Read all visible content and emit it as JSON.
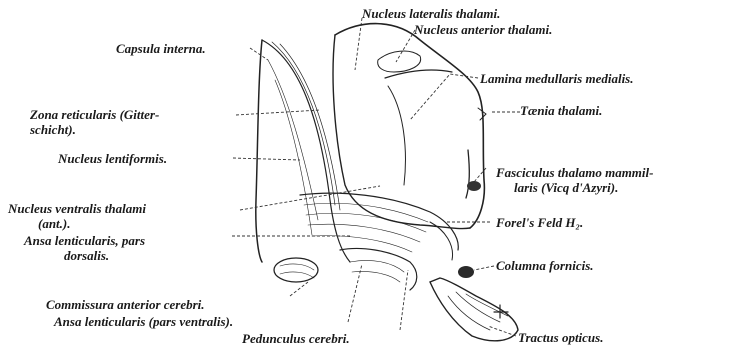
{
  "labels": {
    "nucleus_lateralis": "Nucleus lateralis thalami.",
    "nucleus_anterior": "Nucleus anterior thalami.",
    "capsula_interna": "Capsula interna.",
    "lamina_medullaris": "Lamina medullaris medialis.",
    "zona_reticularis_l1": "Zona reticularis (Gitter-",
    "zona_reticularis_l2": "schicht).",
    "taenia_thalami": "Tænia thalami.",
    "nucleus_lentiformis": "Nucleus lentiformis.",
    "fasciculus_l1": "Fasciculus thalamo mammil-",
    "fasciculus_l2": "laris (Vicq d'Azyri).",
    "nucleus_ventralis_l1": "Nucleus ventralis thalami",
    "nucleus_ventralis_l2": "(ant.).",
    "forels_feld": "Forel's Feld H₂.",
    "ansa_dorsalis_l1": "Ansa lenticularis, pars",
    "ansa_dorsalis_l2": "dorsalis.",
    "columna_fornicis": "Columna fornicis.",
    "commissura_anterior": "Commissura anterior cerebri.",
    "ansa_ventralis": "Ansa lenticularis (pars ventralis).",
    "tractus_opticus": "Tractus opticus.",
    "pedunculus_cerebri": "Pedunculus cerebri."
  }
}
